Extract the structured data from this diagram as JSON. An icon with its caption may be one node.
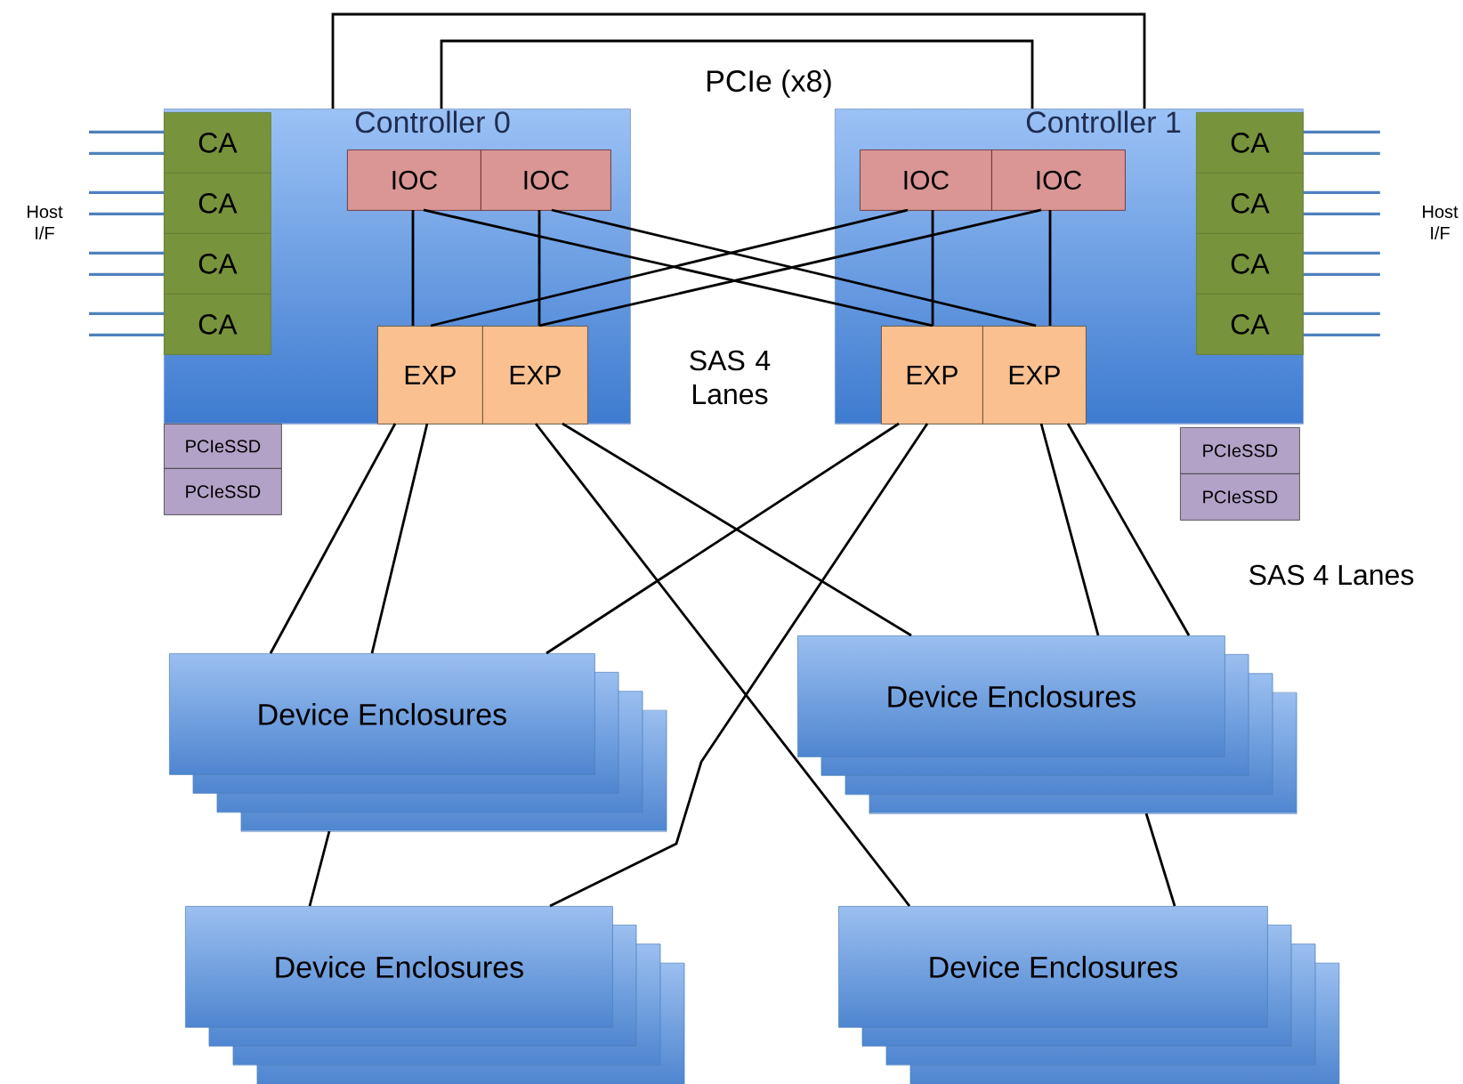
{
  "diagram": {
    "nodes": [
      {
        "text": [
          "Controller 0"
        ]
      },
      {
        "text": [
          "CA"
        ],
        "in": 0
      },
      {
        "text": [
          "CA"
        ],
        "in": 0
      },
      {
        "text": [
          "CA"
        ],
        "in": 0
      },
      {
        "text": [
          "CA"
        ],
        "in": 0
      },
      {
        "text": [
          "IOC"
        ],
        "in": 0
      },
      {
        "text": [
          "IOC"
        ],
        "in": 0
      },
      {
        "text": [
          "EXP"
        ],
        "in": 0
      },
      {
        "text": [
          "EXP"
        ],
        "in": 0
      },
      {
        "text": [
          "Controller 1"
        ]
      },
      {
        "text": [
          "IOC"
        ],
        "in": 9
      },
      {
        "text": [
          "IOC"
        ],
        "in": 9
      },
      {
        "text": [
          "EXP"
        ],
        "in": 9
      },
      {
        "text": [
          "EXP"
        ],
        "in": 9
      },
      {
        "text": [
          "CA"
        ],
        "in": 9
      },
      {
        "text": [
          "CA"
        ],
        "in": 9
      },
      {
        "text": [
          "CA"
        ],
        "in": 9
      },
      {
        "text": [
          "CA"
        ],
        "in": 9
      },
      {
        "text": [
          "PCIeSSD"
        ]
      },
      {
        "text": [
          "PCIeSSD"
        ]
      },
      {
        "text": [
          "PCIeSSD"
        ]
      },
      {
        "text": [
          "PCIeSSD"
        ]
      },
      {
        "text": [
          "Device Enclosures"
        ]
      },
      {
        "text": [
          "Device Enclosures"
        ]
      },
      {
        "text": [
          "Device Enclosures"
        ]
      },
      {
        "text": [
          "Device Enclosures"
        ]
      }
    ],
    "edges": [
      {
        "from": 0,
        "to": 9,
        "arrow": "none"
      },
      {
        "from": 0,
        "to": 9,
        "arrow": "none"
      },
      {
        "from": 5,
        "to": 7,
        "arrow": "none"
      },
      {
        "from": 6,
        "to": 8,
        "arrow": "none"
      },
      {
        "from": 5,
        "to": 12,
        "arrow": "none"
      },
      {
        "from": 6,
        "to": 13,
        "arrow": "none"
      },
      {
        "from": 10,
        "to": 7,
        "arrow": "none"
      },
      {
        "from": 11,
        "to": 8,
        "arrow": "none"
      },
      {
        "from": 10,
        "to": 12,
        "arrow": "none"
      },
      {
        "from": 11,
        "to": 13,
        "arrow": "none"
      },
      {
        "from": 7,
        "to": 22,
        "arrow": "none"
      },
      {
        "from": 7,
        "to": 22,
        "arrow": "none"
      },
      {
        "from": 8,
        "to": 25,
        "arrow": "none"
      },
      {
        "from": 8,
        "to": 23,
        "arrow": "none"
      },
      {
        "from": 12,
        "to": 22,
        "arrow": "none"
      },
      {
        "from": 12,
        "to": 24,
        "arrow": "none"
      },
      {
        "from": 13,
        "to": 23,
        "arrow": "none"
      },
      {
        "from": 13,
        "to": 23,
        "arrow": "none"
      },
      {
        "from": 22,
        "to": 24,
        "arrow": "none"
      },
      {
        "from": 23,
        "to": 25,
        "arrow": "none"
      },
      {
        "from": null,
        "to": 1,
        "arrow": "none",
        "color": "#4f81bd"
      },
      {
        "from": null,
        "to": 1,
        "arrow": "none",
        "color": "#4f81bd"
      },
      {
        "from": null,
        "to": 2,
        "arrow": "none",
        "color": "#4f81bd"
      },
      {
        "from": null,
        "to": 2,
        "arrow": "none",
        "color": "#4f81bd"
      },
      {
        "from": null,
        "to": 3,
        "arrow": "none",
        "color": "#4f81bd"
      },
      {
        "from": null,
        "to": 3,
        "arrow": "none",
        "color": "#4f81bd"
      },
      {
        "from": null,
        "to": 4,
        "arrow": "none",
        "color": "#4f81bd"
      },
      {
        "from": null,
        "to": 4,
        "arrow": "none",
        "color": "#4f81bd"
      },
      {
        "from": null,
        "to": 14,
        "arrow": "none",
        "color": "#4f81bd"
      },
      {
        "from": null,
        "to": 14,
        "arrow": "none",
        "color": "#4f81bd"
      },
      {
        "from": null,
        "to": 15,
        "arrow": "none",
        "color": "#4f81bd"
      },
      {
        "from": null,
        "to": 15,
        "arrow": "none",
        "color": "#4f81bd"
      },
      {
        "from": null,
        "to": 16,
        "arrow": "none",
        "color": "#4f81bd"
      },
      {
        "from": null,
        "to": 16,
        "arrow": "none",
        "color": "#4f81bd"
      },
      {
        "from": null,
        "to": 17,
        "arrow": "none",
        "color": "#4f81bd"
      },
      {
        "from": null,
        "to": 17,
        "arrow": "none",
        "color": "#4f81bd"
      }
    ],
    "labels": [
      "PCIe (x8)",
      "Host I/F",
      "Host I/F",
      "SAS 4 Lanes",
      "SAS 4 Lanes"
    ]
  }
}
